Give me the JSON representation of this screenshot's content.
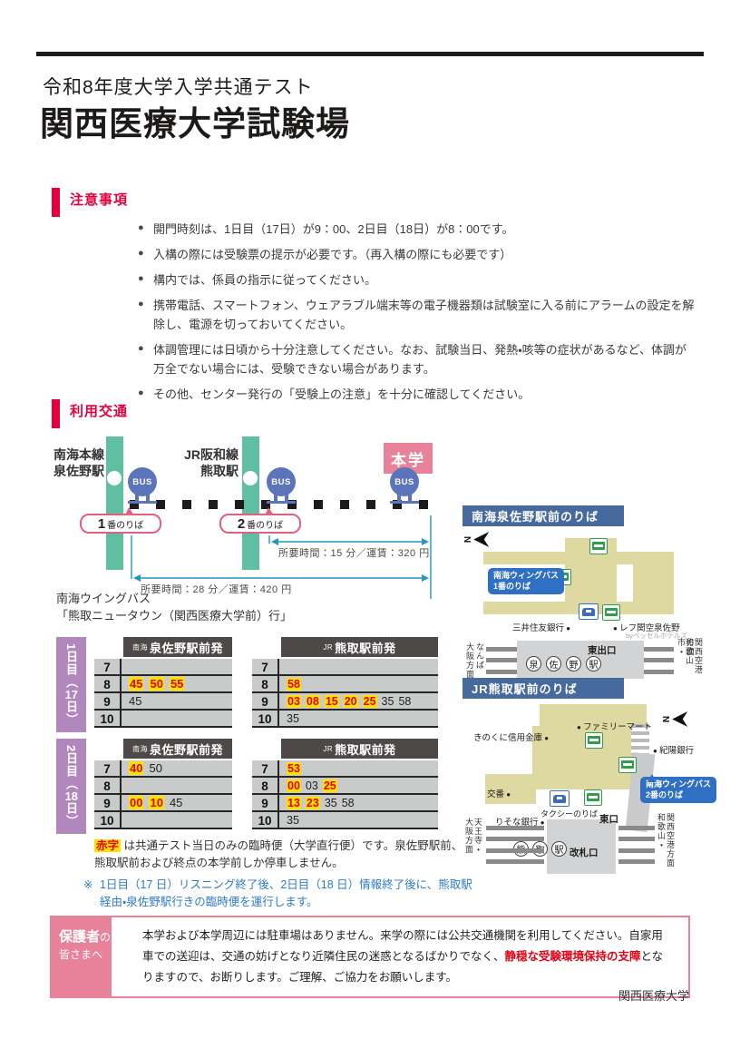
{
  "header": {
    "subtitle": "令和8年度大学入学共通テスト",
    "title": "関西医療大学試験場"
  },
  "notices": {
    "heading": "注意事項",
    "items": [
      "開門時刻は、1日目（17日）が9：00、2日目（18日）が8：00です。",
      "入構の際には受験票の提示が必要です。（再入構の際にも必要です）",
      "構内では、係員の指示に従ってください。",
      "携帯電話、スマートフォン、ウェアラブル端末等の電子機器類は試験室に入る前にアラームの設定を解除し、電源を切っておいてください。",
      "体調管理には日頃から十分注意してください。なお、試験当日、発熱・咳等の症状があるなど、体調が万全でない場合には、受験できない場合があります。",
      "その他、センター発行の「受験上の注意」を十分に確認してください。"
    ]
  },
  "transport": {
    "heading": "利用交通",
    "station1_line": "南海本線",
    "station1_name": "泉佐野駅",
    "station2_line": "JR阪和線",
    "station2_name": "熊取駅",
    "destination": "本学",
    "bus": "BUS",
    "stop1_num": "1",
    "stop2_num": "2",
    "stop_suffix": "番のりば",
    "leg_kumatori": "所要時間：15 分／運賃：320 円",
    "leg_izumisano": "所要時間：28 分／運賃：420 円",
    "bus_company": "南海ウイングバス",
    "bus_route": "「熊取ニュータウン（関西医療大学前）行」"
  },
  "tt": {
    "day1": {
      "label_pre": "1日目（",
      "label_num": "17",
      "label_post": "日）",
      "left": {
        "operator": "南海",
        "title": "泉佐野駅前発",
        "rows": [
          {
            "hour": "7",
            "times": []
          },
          {
            "hour": "8",
            "times": [
              {
                "t": "45",
                "hl": true
              },
              {
                "t": "50",
                "hl": true
              },
              {
                "t": "55",
                "hl": true
              }
            ]
          },
          {
            "hour": "9",
            "times": [
              {
                "t": "45",
                "hl": false
              }
            ]
          },
          {
            "hour": "10",
            "times": []
          }
        ]
      },
      "right": {
        "operator": "JR",
        "title": "熊取駅前発",
        "rows": [
          {
            "hour": "7",
            "times": []
          },
          {
            "hour": "8",
            "times": [
              {
                "t": "58",
                "hl": true
              }
            ]
          },
          {
            "hour": "9",
            "times": [
              {
                "t": "03",
                "hl": true
              },
              {
                "t": "08",
                "hl": true
              },
              {
                "t": "15",
                "hl": true
              },
              {
                "t": "20",
                "hl": true
              },
              {
                "t": "25",
                "hl": true
              },
              {
                "t": "35",
                "hl": false
              },
              {
                "t": "58",
                "hl": false
              }
            ]
          },
          {
            "hour": "10",
            "times": [
              {
                "t": "35",
                "hl": false
              }
            ]
          }
        ]
      }
    },
    "day2": {
      "label_pre": "2日目（",
      "label_num": "18",
      "label_post": "日）",
      "left": {
        "operator": "南海",
        "title": "泉佐野駅前発",
        "rows": [
          {
            "hour": "7",
            "times": [
              {
                "t": "40",
                "hl": true
              },
              {
                "t": "50",
                "hl": false
              }
            ]
          },
          {
            "hour": "8",
            "times": []
          },
          {
            "hour": "9",
            "times": [
              {
                "t": "00",
                "hl": true
              },
              {
                "t": "10",
                "hl": true
              },
              {
                "t": "45",
                "hl": false
              }
            ]
          },
          {
            "hour": "10",
            "times": []
          }
        ]
      },
      "right": {
        "operator": "JR",
        "title": "熊取駅前発",
        "rows": [
          {
            "hour": "7",
            "times": [
              {
                "t": "53",
                "hl": true
              }
            ]
          },
          {
            "hour": "8",
            "times": [
              {
                "t": "00",
                "hl": true
              },
              {
                "t": "03",
                "hl": false
              },
              {
                "t": "25",
                "hl": true
              }
            ]
          },
          {
            "hour": "9",
            "times": [
              {
                "t": "13",
                "hl": true
              },
              {
                "t": "23",
                "hl": true
              },
              {
                "t": "35",
                "hl": false
              },
              {
                "t": "58",
                "hl": false
              }
            ]
          },
          {
            "hour": "10",
            "times": [
              {
                "t": "35",
                "hl": false
              }
            ]
          }
        ]
      }
    },
    "note1_hl": "赤字",
    "note1": " は共通テスト当日のみの臨時便（大学直行便）です。泉佐野駅前、熊取駅前および終点の本学前しか停車しません。",
    "note2_mark": "※",
    "note2": "1日目（17 日）リスニング終了後、2日目（18 日）情報終了後に、熊取駅経由・泉佐野駅行きの臨時便を運行します。"
  },
  "maps": {
    "map1": {
      "title": "南海泉佐野駅前のりば",
      "compass": "N",
      "callout_line1": "南海ウィングバス",
      "callout_line2": "1番のりば",
      "poi_bank": "三井住友銀行",
      "poi_hotel": "レフ関空泉佐野",
      "poi_hotel_sub": "byベッセルホテルズ",
      "exit": "東出口",
      "station_chars": [
        "泉",
        "佐",
        "野",
        "駅"
      ],
      "dir_left_1": "なんば",
      "dir_left_2": "大阪方面",
      "dir_right_1": "和歌山市・",
      "dir_right_2": "関西空港方面"
    },
    "map2": {
      "title": "JR熊取駅前のりば",
      "compass": "N",
      "poi_familymart": "ファミリーマート",
      "poi_kinokuni": "きのくに信用金庫",
      "poi_kiyo": "紀陽銀行",
      "callout_line1": "南海ウィングバス",
      "callout_line2": "2番のりば",
      "poi_koban": "交番",
      "poi_taxi": "タクシーのりば",
      "poi_risona": "りそな銀行",
      "exit_east": "東口",
      "gate": "改札口",
      "station_chars": [
        "熊",
        "取",
        "駅"
      ],
      "dir_left_1": "天王寺・",
      "dir_left_2": "大阪方面",
      "dir_right_1": "和歌山・",
      "dir_right_2": "関西空港方面"
    }
  },
  "guardian": {
    "label_strong": "保護者",
    "label_particle": "の",
    "label_line2": "皆さまへ",
    "text_before": "本学および本学周辺には駐車場はありません。来学の際には公共交通機関を利用してください。自家用車での送迎は、交通の妨げとなり近隣住民の迷惑となるばかりでなく、",
    "text_red": "静穏な受験環境保持の支障",
    "text_after": "となりますので、お断りします。ご理解、ご協力をお願いします。"
  },
  "footer": "関西医療大学",
  "colors": {
    "accent_red": "#e4003c",
    "highlight_bg": "#ffe100",
    "highlight_text": "#e60012",
    "day_label_purple": "#b287bd",
    "note_blue": "#2f7bc8",
    "map_header_blue": "#46699e",
    "pink": "#e8829b",
    "rail_green": "#5fbfa0",
    "bus_icon_blue": "#5b74ba",
    "plaza_tan": "#ded9a0"
  }
}
